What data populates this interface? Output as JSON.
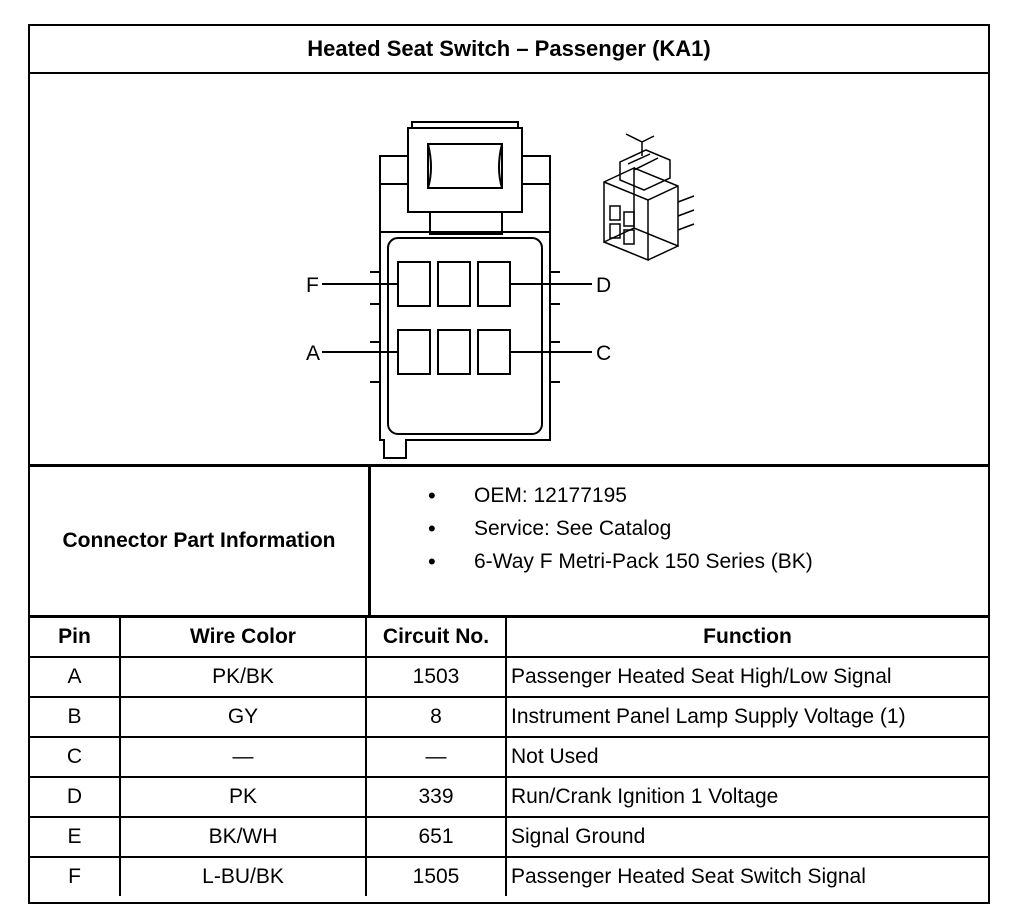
{
  "title": "Heated Seat Switch – Passenger (KA1)",
  "figure": {
    "pin_labels": [
      "F",
      "D",
      "A",
      "C"
    ]
  },
  "connector_info": {
    "label": "Connector Part Information",
    "items": [
      "OEM: 12177195",
      "Service: See Catalog",
      "6-Way F Metri-Pack 150 Series (BK)"
    ]
  },
  "pin_table": {
    "headers": [
      "Pin",
      "Wire Color",
      "Circuit No.",
      "Function"
    ],
    "rows": [
      [
        "A",
        "PK/BK",
        "1503",
        "Passenger Heated Seat High/Low Signal"
      ],
      [
        "B",
        "GY",
        "8",
        "Instrument Panel Lamp Supply Voltage (1)"
      ],
      [
        "C",
        "—",
        "—",
        "Not Used"
      ],
      [
        "D",
        "PK",
        "339",
        "Run/Crank Ignition 1 Voltage"
      ],
      [
        "E",
        "BK/WH",
        "651",
        "Signal Ground"
      ],
      [
        "F",
        "L-BU/BK",
        "1505",
        "Passenger Heated Seat Switch Signal"
      ]
    ]
  }
}
